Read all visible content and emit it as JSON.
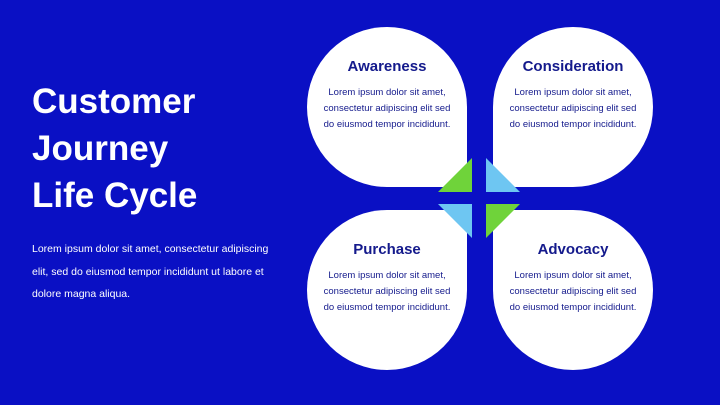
{
  "slide": {
    "title_lines": [
      "Customer",
      "Journey",
      "Life Cycle"
    ],
    "intro": "Lorem ipsum dolor sit amet, consectetur adipiscing elit, sed do eiusmod tempor incididunt ut labore et dolore magna aliqua."
  },
  "stages": [
    {
      "title": "Awareness",
      "body": "Lorem ipsum dolor sit amet, consectetur adipiscing elit sed do eiusmod tempor incididunt."
    },
    {
      "title": "Consideration",
      "body": "Lorem ipsum dolor sit amet, consectetur adipiscing elit sed do eiusmod tempor incididunt."
    },
    {
      "title": "Purchase",
      "body": "Lorem ipsum dolor sit amet, consectetur adipiscing elit sed do eiusmod tempor incididunt."
    },
    {
      "title": "Advocacy",
      "body": "Lorem ipsum dolor sit amet, consectetur adipiscing elit sed do eiusmod tempor incididunt."
    }
  ],
  "colors": {
    "background": "#0a10c4",
    "petal": "#ffffff",
    "text_dark": "#141a8c",
    "accent_green": "#6fd33a",
    "accent_blue": "#6ec6f2"
  }
}
